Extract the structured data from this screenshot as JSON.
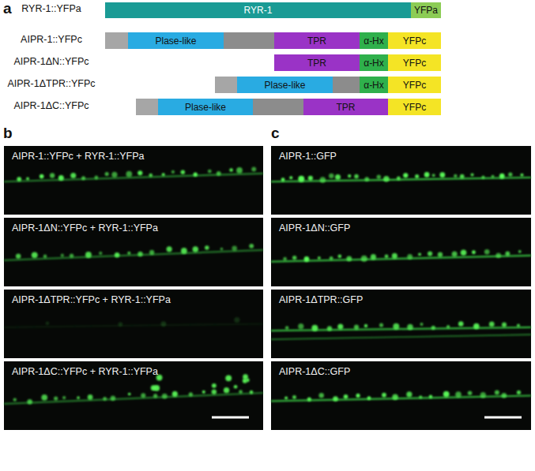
{
  "diagram": {
    "nodes": [
      {
        "text": [
          "RYR-1"
        ]
      },
      {
        "text": [
          "YFPa"
        ]
      },
      {
        "text": [
          "Plase-like"
        ]
      },
      {
        "text": [
          "TPR"
        ]
      },
      {
        "text": [
          "α-Hx"
        ]
      },
      {
        "text": [
          "YFPc"
        ]
      },
      {
        "text": [
          "TPR"
        ]
      },
      {
        "text": [
          "α-Hx"
        ]
      },
      {
        "text": [
          "YFPc"
        ]
      },
      {
        "text": [
          "Plase-like"
        ]
      },
      {
        "text": [
          "α-Hx"
        ]
      },
      {
        "text": [
          "YFPc"
        ]
      },
      {
        "text": [
          "Plase-like"
        ]
      },
      {
        "text": [
          "TPR"
        ]
      },
      {
        "text": [
          "YFPc"
        ]
      },
      {
        "text": [
          "AIPR-1::YFPc + RYR-1::YFPa"
        ]
      },
      {
        "text": [
          "AIPR-1ΔN::YFPc + RYR-1::YFPa"
        ]
      },
      {
        "text": [
          "AIPR-1ΔTPR::YFPc + RYR-1::YFPa"
        ]
      },
      {
        "text": [
          "AIPR-1ΔC::YFPc + RYR-1::YFPa"
        ]
      },
      {
        "text": [
          "AIPR-1::GFP"
        ]
      },
      {
        "text": [
          "AIPR-1ΔN::GFP"
        ]
      },
      {
        "text": [
          "AIPR-1ΔTPR::GFP"
        ]
      },
      {
        "text": [
          "AIPR-1ΔC::GFP"
        ]
      }
    ],
    "labels": [
      "a",
      "RYR-1::YFPa",
      "AIPR-1::YFPc",
      "AIPR-1ΔN::YFPc",
      "AIPR-1ΔTPR::YFPc",
      "AIPR-1ΔC::YFPc",
      "b",
      "c"
    ]
  }
}
